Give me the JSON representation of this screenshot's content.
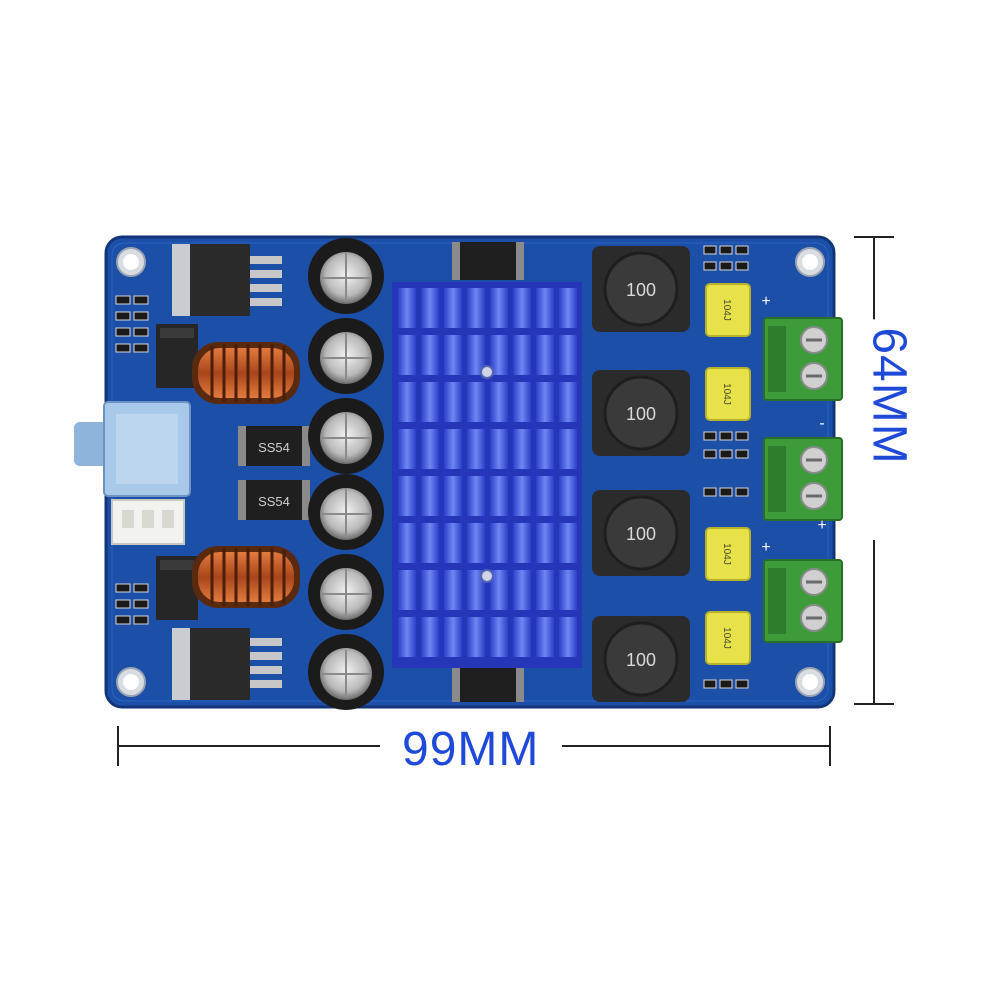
{
  "product": {
    "width_dimension": "99MM",
    "height_dimension": "64MM"
  },
  "markings": {
    "inductor_code": "100",
    "diode_code": "SS54",
    "capacitor_code": "104J",
    "polarity_plus": "+",
    "polarity_minus": "-"
  },
  "colors": {
    "pcb": "#1c4fa8",
    "heatsink": "#3450d8",
    "terminal": "#3d9b3a",
    "dimension": "#1f49d8",
    "film_capacitor": "#e8e24a"
  }
}
